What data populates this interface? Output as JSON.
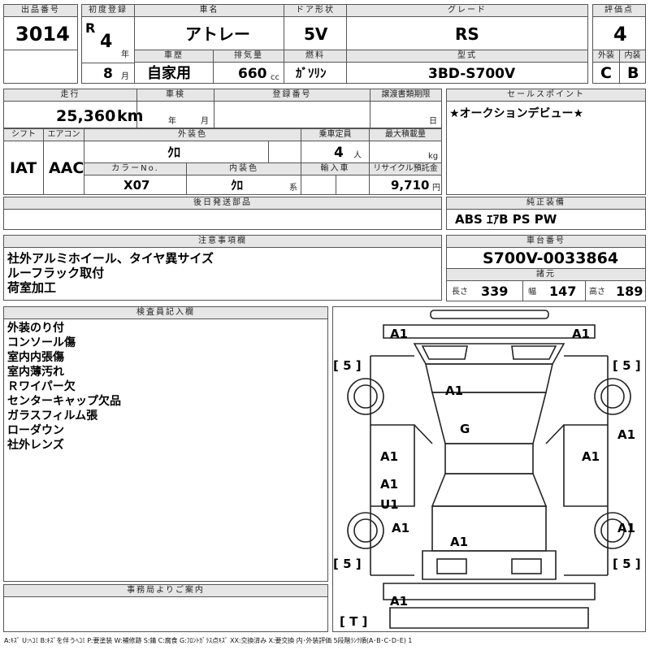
{
  "header": {
    "lot_label": "出品番号",
    "lot_no": "3014",
    "first_reg_label": "初度登録",
    "era": "R",
    "reg_year": "4",
    "year_unit": "年",
    "reg_month": "8",
    "month_unit": "月",
    "name_label": "車名",
    "car_name": "アトレー",
    "door_label": "ドア形状",
    "door": "5V",
    "grade_label": "グレード",
    "grade": "RS",
    "score_label": "評価点",
    "score": "4",
    "history_label": "車歴",
    "history": "自家用",
    "displacement_label": "排気量",
    "displacement": "660",
    "cc_unit": "cc",
    "fuel_label": "燃料",
    "fuel": "ｶﾞｿﾘﾝ",
    "model_label": "型式",
    "model": "3BD-S700V",
    "ext_label": "外装",
    "ext_grade": "C",
    "int_label": "内装",
    "int_grade": "B"
  },
  "row2": {
    "mileage_label": "走行",
    "mileage": "25,360",
    "km_unit": "km",
    "inspection_label": "車検",
    "insp_year_unit": "年",
    "insp_month_unit": "月",
    "registration_label": "登録番号",
    "transfer_label": "譲渡書類期限",
    "transfer_day_unit": "日",
    "salespoint_label": "セールスポイント",
    "salespoint": "★オークションデビュー★",
    "shift_label": "シフト",
    "shift": "IAT",
    "ac_label": "エアコン",
    "ac": "AAC",
    "exterior_color_label": "外装色",
    "exterior_color": "ｸﾛ",
    "capacity_label": "乗車定員",
    "capacity": "4",
    "person_unit": "人",
    "max_load_label": "最大積載量",
    "kg_unit": "kg",
    "color_no_label": "カラーNo.",
    "color_no": "X07",
    "interior_color_label": "内装色",
    "interior_color": "ｸﾛ",
    "series_unit": "系",
    "import_label": "輸入車",
    "recycle_label": "リサイクル預託金",
    "recycle": "9,710",
    "yen_unit": "円",
    "later_parts_label": "後日発送部品",
    "genuine_label": "純正装備",
    "genuine": "ABS ｴｱB PS PW"
  },
  "notes": {
    "label": "注意事項欄",
    "lines": [
      "社外アルミホイール、タイヤ異サイズ",
      "ルーフラック取付",
      "荷室加工"
    ]
  },
  "chassis": {
    "label": "車台番号",
    "number": "S700V-0033864",
    "spec_label": "諸元",
    "length_label": "長さ",
    "length": "339",
    "width_label": "幅",
    "width": "147",
    "height_label": "高さ",
    "height": "189"
  },
  "inspector": {
    "label": "検査員記入欄",
    "lines": [
      "外装のり付",
      "コンソール傷",
      "室内内張傷",
      "室内薄汚れ",
      "Ｒワイパー欠",
      "センターキャップ欠品",
      "ガラスフィルム張",
      "ローダウン",
      "社外レンズ"
    ]
  },
  "office": {
    "label": "事務局よりご案内"
  },
  "diagram": {
    "marks": [
      "A1",
      "A1",
      "A1",
      "G",
      "A1",
      "A1",
      "A1",
      "A1",
      "U1",
      "A1",
      "A1",
      "A1",
      "A1"
    ],
    "tires": [
      "[ 5 ]",
      "[ 5 ]",
      "[ 5 ]",
      "[ 5 ]"
    ],
    "spare": "[ T ]"
  },
  "legend": "A:ｷｽﾞ U:ﾍｺﾐ B:ｷｽﾞを伴うﾍｺﾐ P:要塗装 W:補修跡 S:錆 C:腐食 G:ﾌﾛﾝﾄｶﾞﾗｽ点ｷｽﾞ XX:交換済み X:要交換 内･外装評価 5段階ﾗﾝｸ順(A･B･C･D･E) 1"
}
